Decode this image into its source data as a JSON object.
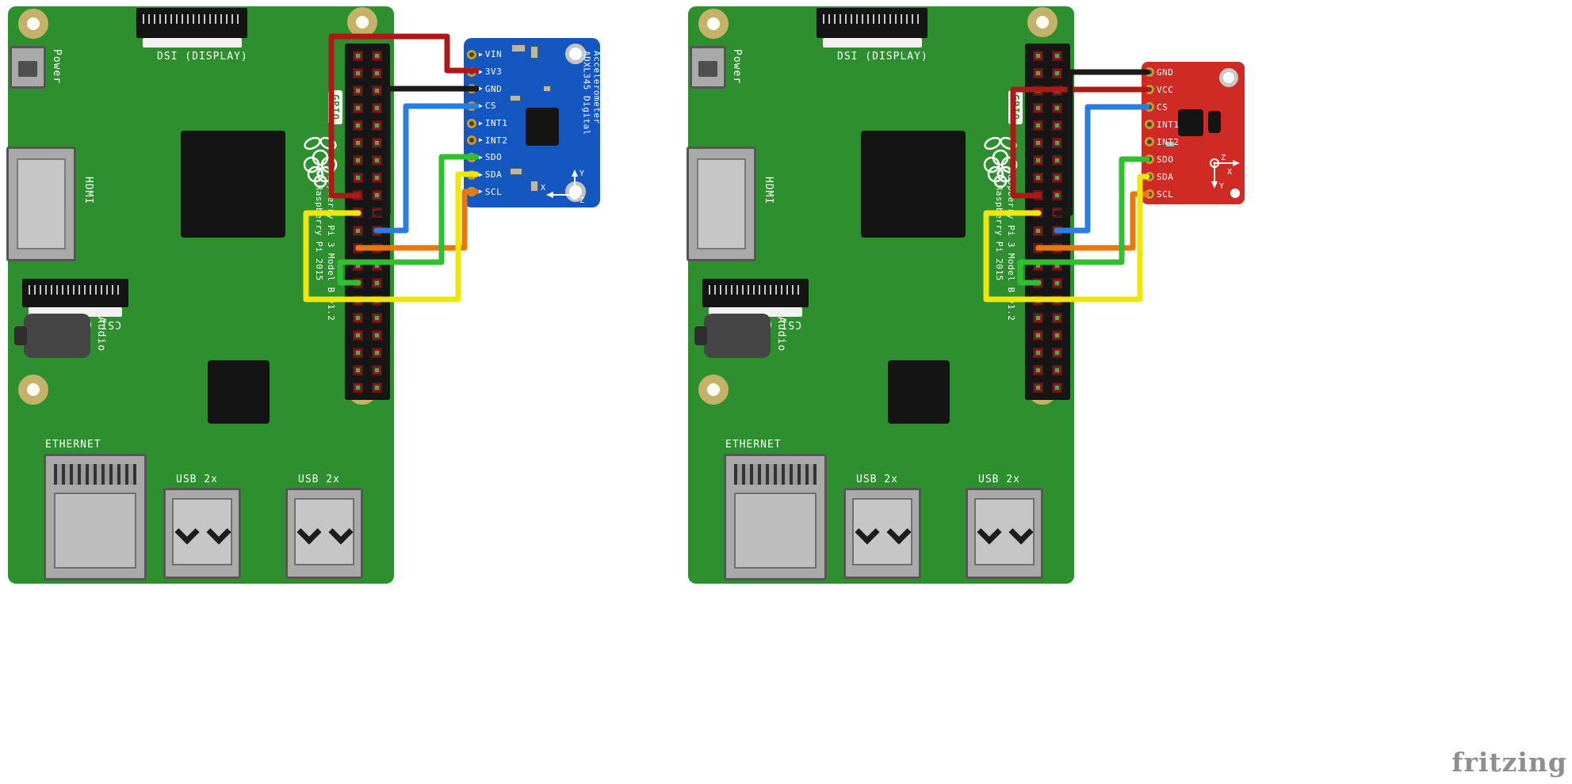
{
  "watermark": {
    "text": "fritzing",
    "color": "#8f8f8f"
  },
  "icons": {
    "pin_arrow": "▶"
  },
  "colors": {
    "board_green": "#2e8f2e",
    "breakout_blue": "#1557c0",
    "breakout_red": "#d02a24",
    "gpio_header_black": "#161616",
    "mounting_hole_ring": "#c4b269",
    "pad_gold": "#c59a33"
  },
  "pi": {
    "power_label": "Power",
    "dsi_label": "DSI (DISPLAY)",
    "hdmi_label": "HDMI",
    "csi_label": "CSI (CAMERA)",
    "audio_label": "Audio",
    "ethernet_label": "ETHERNET",
    "usb_label": "USB 2x",
    "gpio_label": "GPIO",
    "board_name": "Raspberry Pi 3 Model B v1.2",
    "copyright": "© Raspberry Pi 2015"
  },
  "blue_breakout": {
    "title_line1": "ADXL345 Digital",
    "title_line2": "Accelerometer",
    "pins": [
      "VIN",
      "3V3",
      "GND",
      "CS",
      "INT1",
      "INT2",
      "SDO",
      "SDA",
      "SCL"
    ],
    "axis_x": "X",
    "axis_y": "Y",
    "axis_z": "Z"
  },
  "red_breakout": {
    "pins": [
      "GND",
      "VCC",
      "CS",
      "INT1",
      "INT2",
      "SDO",
      "SDA",
      "SCL"
    ],
    "axis_x": "X",
    "axis_y": "Y",
    "axis_z": "Z"
  },
  "wires": {
    "red": "#b01818",
    "black": "#1a1a1a",
    "blue": "#2a7de1",
    "green": "#2fbf2f",
    "yellow": "#efe60a",
    "orange": "#e8770e"
  }
}
